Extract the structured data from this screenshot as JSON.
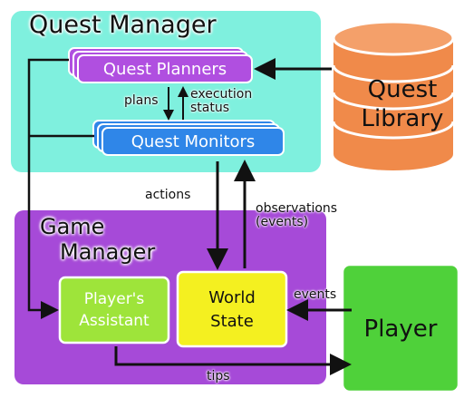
{
  "quest_manager": {
    "title": "Quest Manager"
  },
  "quest_planners": {
    "label": "Quest Planners"
  },
  "quest_monitors": {
    "label": "Quest Monitors"
  },
  "quest_library": {
    "line1": "Quest",
    "line2": "Library"
  },
  "game_manager": {
    "line1": "Game",
    "line2": "Manager"
  },
  "players_assistant": {
    "line1": "Player's",
    "line2": "Assistant"
  },
  "world_state": {
    "line1": "World",
    "line2": "State"
  },
  "player": {
    "label": "Player"
  },
  "edges": {
    "plans": "plans",
    "execution_status_1": "execution",
    "execution_status_2": "status",
    "actions": "actions",
    "observations_1": "observations",
    "observations_2": "(events)",
    "events": "events",
    "tips": "tips"
  },
  "colors": {
    "quest_manager_bg": "#7ff0de",
    "game_manager_bg": "#a64ad8",
    "quest_planners": "#b04fe0",
    "quest_monitors": "#2f86e8",
    "quest_library": "#f08a4a",
    "assistant": "#9ee43a",
    "world_state": "#f4f020",
    "player": "#4fd13a"
  }
}
